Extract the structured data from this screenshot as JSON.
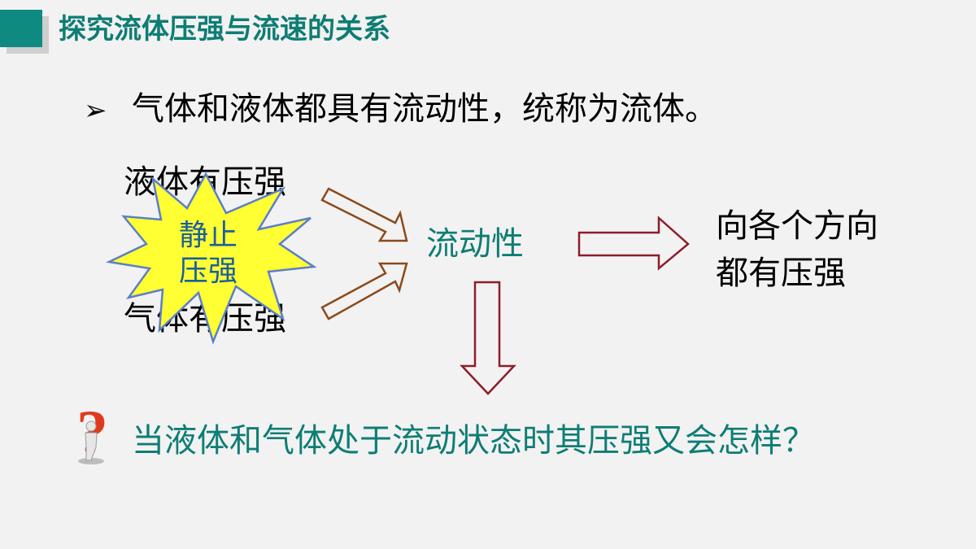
{
  "slide": {
    "title": "探究流体压强与流速的关系",
    "bullet_mark": "➢",
    "bullet_text": "气体和液体都具有流动性，统称为流体。",
    "liquid_pressure": "液体有压强",
    "gas_pressure": "气体有压强",
    "star_line1": "静止",
    "star_line2": "压强",
    "fluidity": "流动性",
    "result_line1": "向各个方向",
    "result_line2": "都有压强",
    "question": "当液体和气体处于流动状态时其压强又会怎样？"
  },
  "colors": {
    "teal": "#0e7d74",
    "title_square": "#0e8a80",
    "arrow_brown": "#8b4a1a",
    "arrow_maroon": "#8b1e2a",
    "star_fill": "#ffff33",
    "star_stroke": "#5b7fc7",
    "star_text": "#1a5f9e",
    "question_mark": "#e03a1e"
  },
  "icons": {
    "bullet": "arrowhead-bullet-icon",
    "star": "explosion-starburst-icon",
    "question": "question-mark-figure-icon"
  }
}
